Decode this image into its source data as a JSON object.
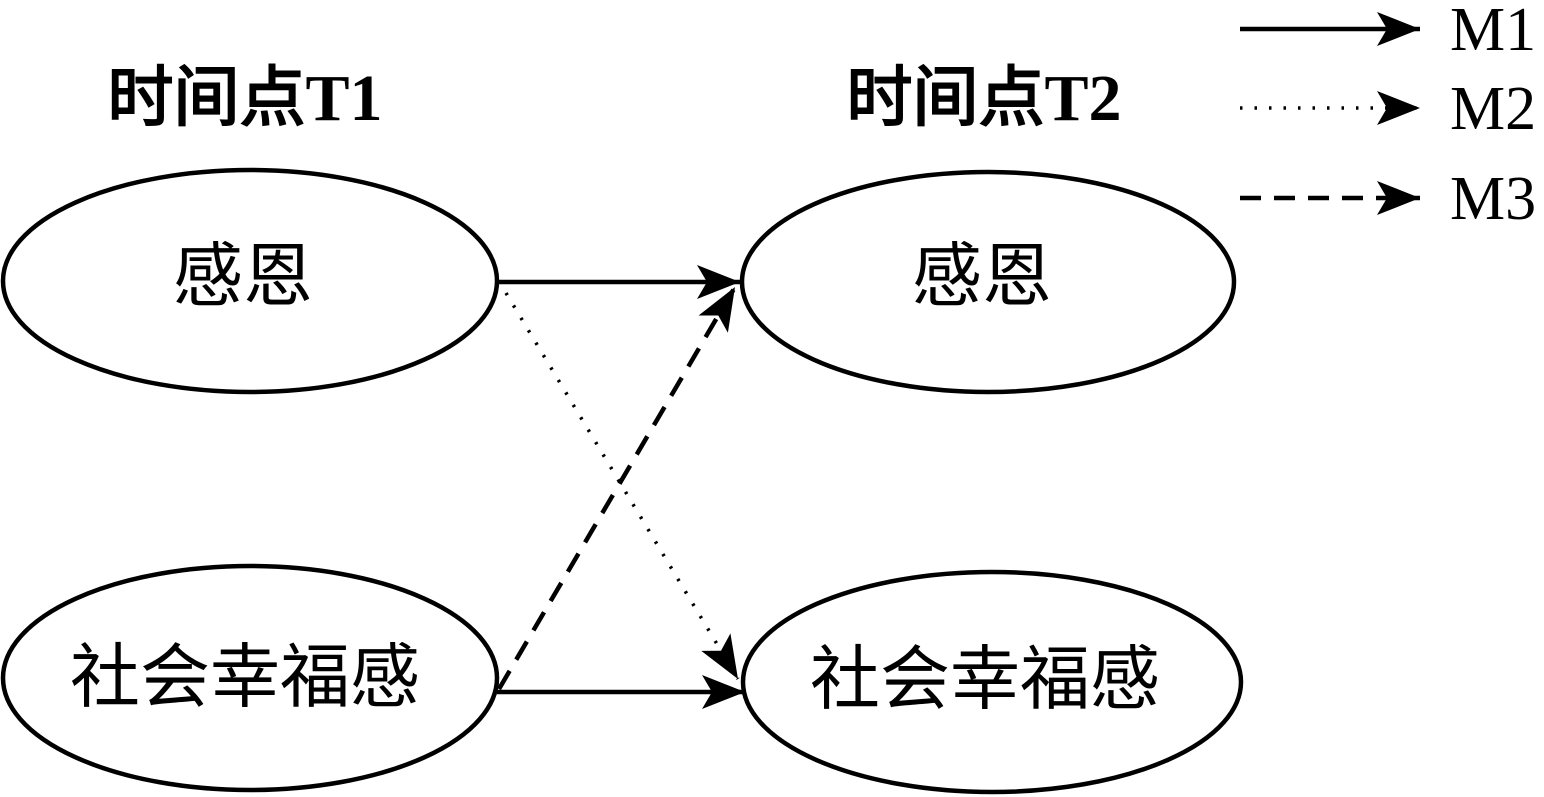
{
  "titles": {
    "t1": "时间点T1",
    "t2": "时间点T2"
  },
  "nodes": [
    {
      "id": "t1-gratitude",
      "label": "感恩",
      "time_point": "T1"
    },
    {
      "id": "t1-social-wellbeing",
      "label": "社会幸福感",
      "time_point": "T1"
    },
    {
      "id": "t2-gratitude",
      "label": "感恩",
      "time_point": "T2"
    },
    {
      "id": "t2-social-wellbeing",
      "label": "社会幸福感",
      "time_point": "T2"
    }
  ],
  "edges": [
    {
      "from": "t1-gratitude",
      "to": "t2-gratitude",
      "line_style": "solid",
      "model": "M1"
    },
    {
      "from": "t1-social-wellbeing",
      "to": "t2-social-wellbeing",
      "line_style": "solid",
      "model": "M1"
    },
    {
      "from": "t1-gratitude",
      "to": "t2-social-wellbeing",
      "line_style": "dotted",
      "model": "M2"
    },
    {
      "from": "t1-social-wellbeing",
      "to": "t2-gratitude",
      "line_style": "dashed",
      "model": "M3"
    }
  ],
  "legend": {
    "items": [
      {
        "label": "M1",
        "line_style": "solid"
      },
      {
        "label": "M2",
        "line_style": "dotted"
      },
      {
        "label": "M3",
        "line_style": "dashed"
      }
    ]
  },
  "colors": {
    "ink": "#000000",
    "background": "#ffffff"
  }
}
